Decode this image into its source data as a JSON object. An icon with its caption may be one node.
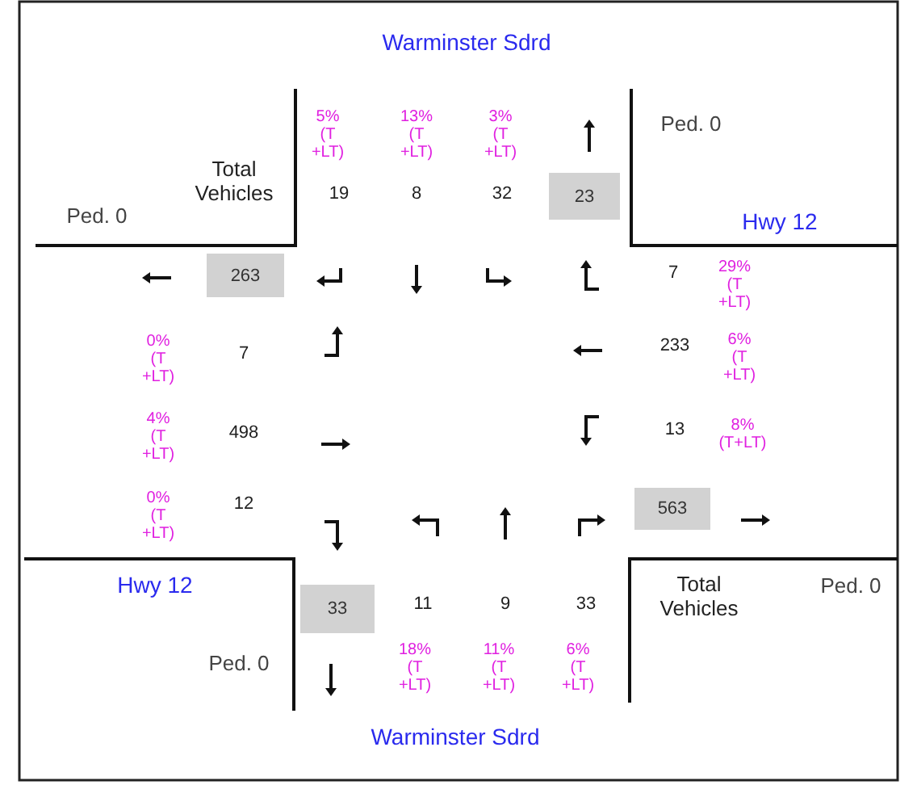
{
  "diagram": {
    "nodes": [
      {
        "text": [
          "263"
        ]
      },
      {
        "text": [
          "23"
        ]
      },
      {
        "text": [
          "563"
        ]
      },
      {
        "text": [
          "33"
        ]
      }
    ],
    "labels": [
      "Warminster Sdrd",
      "5% (T +LT)",
      "13% (T +LT)",
      "3% (T +LT)",
      "Ped. 0",
      "Total Vehicles",
      "19",
      "8",
      "32",
      "Ped. 0",
      "Hwy 12",
      "7",
      "29% (T +LT)",
      "0% (T +LT)",
      "7",
      "233",
      "6% (T +LT)",
      "4% (T +LT)",
      "498",
      "13",
      "8% (T+LT)",
      "0% (T +LT)",
      "12",
      "Hwy 12",
      "11",
      "9",
      "33",
      "Total Vehicles",
      "Ped. 0",
      "Ped. 0",
      "18% (T +LT)",
      "11% (T +LT)",
      "6% (T +LT)",
      "Warminster Sdrd"
    ]
  }
}
